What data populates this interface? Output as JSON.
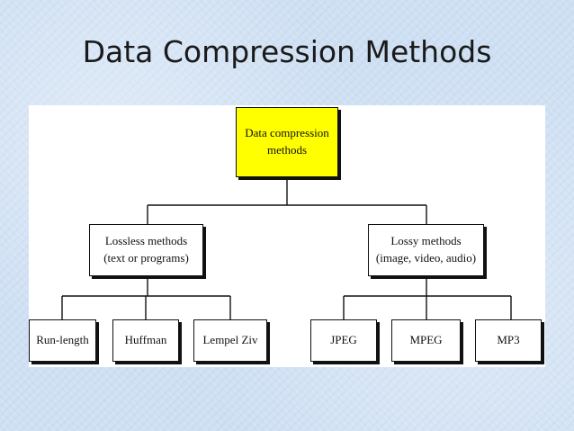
{
  "slide": {
    "title": "Data Compression Methods"
  },
  "colors": {
    "background": "#cfe0f3",
    "root_fill": "#ffff00",
    "box_border": "#111111"
  },
  "diagram": {
    "root": {
      "line1": "Data compression",
      "line2": "methods"
    },
    "lossless": {
      "line1": "Lossless methods",
      "line2": "(text or programs)",
      "children": [
        "Run-length",
        "Huffman",
        "Lempel Ziv"
      ]
    },
    "lossy": {
      "line1": "Lossy methods",
      "line2": "(image, video, audio)",
      "children": [
        "JPEG",
        "MPEG",
        "MP3"
      ]
    }
  }
}
